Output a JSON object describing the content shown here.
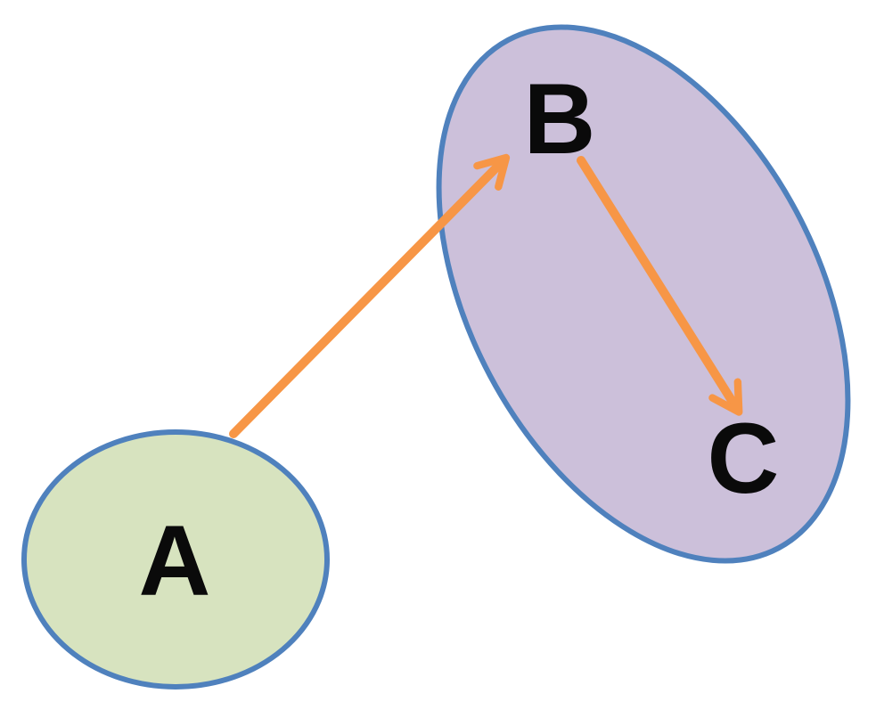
{
  "diagram": {
    "nodes": [
      {
        "id": "A",
        "label": "A",
        "fill": "#d7e3bf",
        "stroke": "#4f81bd"
      },
      {
        "id": "B",
        "label": "B",
        "fill": "#ccc0da",
        "stroke": "#4f81bd"
      },
      {
        "id": "C",
        "label": "C"
      }
    ],
    "edges": [
      {
        "from": "A",
        "to": "B",
        "color": "#f79646"
      },
      {
        "from": "B",
        "to": "C",
        "color": "#f79646"
      }
    ],
    "groups": [
      {
        "contains": [
          "B",
          "C"
        ],
        "fill": "#ccc0da",
        "stroke": "#4f81bd"
      }
    ]
  }
}
